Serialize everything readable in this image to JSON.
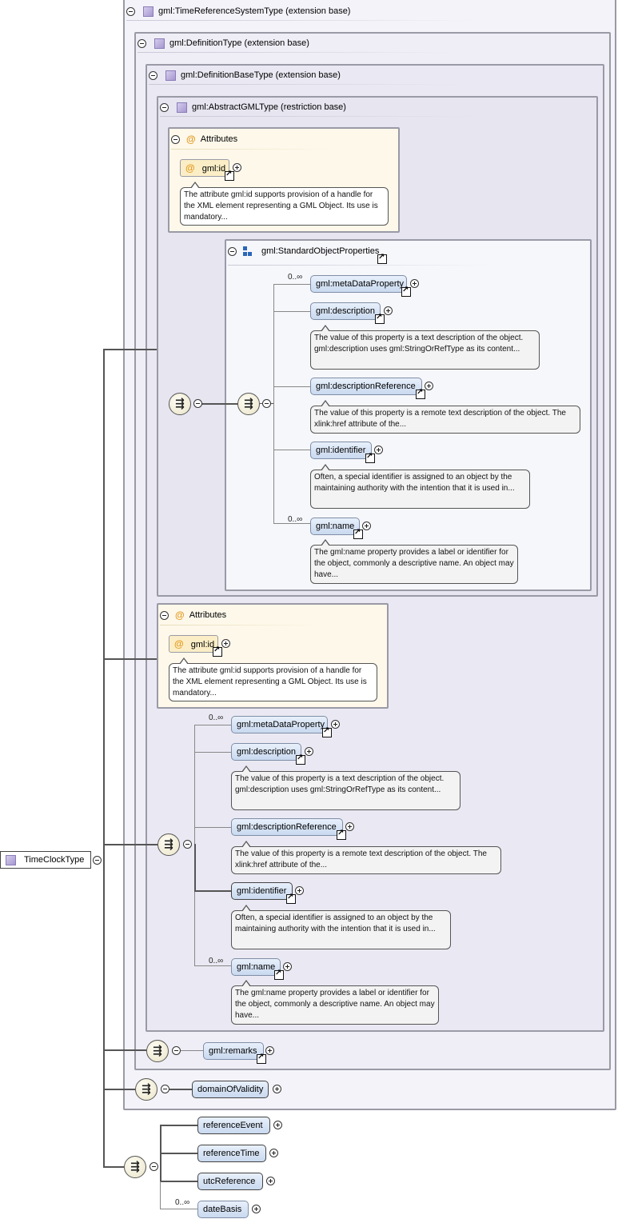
{
  "root": {
    "label": "TimeClockType"
  },
  "frames": {
    "f1": "gml:TimeReferenceSystemType (extension base)",
    "f2": "gml:DefinitionType (extension base)",
    "f3": "gml:DefinitionBaseType (extension base)",
    "f4": "gml:AbstractGMLType (restriction base)"
  },
  "attributes": {
    "title": "Attributes",
    "id_label": "gml:id",
    "id_doc": "The attribute gml:id supports provision of a handle for the XML element representing a GML Object. Its use is mandatory..."
  },
  "group": {
    "label": "gml:StandardObjectProperties"
  },
  "elements": {
    "meta": "gml:metaDataProperty",
    "desc": "gml:description",
    "desc_doc": "The value of this property is a text description of the object. gml:description uses gml:StringOrRefType as its content...",
    "descref": "gml:descriptionReference",
    "descref_doc": "The value of this property is a remote text description of the object. The xlink:href attribute of the...",
    "ident": "gml:identifier",
    "ident_doc": "Often, a special identifier is assigned to an object by the maintaining authority with the intention that it is used in...",
    "name": "gml:name",
    "name_doc": "The gml:name property provides a label or identifier for the object, commonly a descriptive name. An object may have...",
    "remarks": "gml:remarks",
    "domain": "domainOfValidity",
    "refevent": "referenceEvent",
    "reftime": "referenceTime",
    "utc": "utcReference",
    "datebasis": "dateBasis"
  },
  "cardinality": {
    "many": "0..∞"
  },
  "icons": {
    "complex_type": "complex-type-icon",
    "attribute": "at-icon",
    "sequence": "sequence-icon",
    "group": "group-icon",
    "reference": "reference-arrow-icon",
    "expand": "plus-icon",
    "collapse": "minus-icon"
  }
}
